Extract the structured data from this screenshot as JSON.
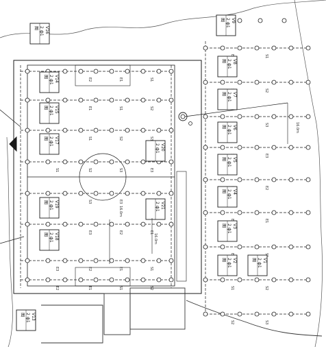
{
  "panels": [
    {
      "id": "V16",
      "lines": [
        "V16",
        "2 ф1",
        "图"
      ]
    },
    {
      "id": "V9",
      "lines": [
        "V9",
        "2 ф1",
        "图"
      ]
    },
    {
      "id": "V14",
      "lines": [
        "V14",
        "2 ф1",
        "图"
      ]
    },
    {
      "id": "V15",
      "lines": [
        "V15",
        "2 ф1",
        "图"
      ]
    },
    {
      "id": "V17",
      "lines": [
        "V17",
        "2 ф1",
        "图"
      ]
    },
    {
      "id": "V8",
      "lines": [
        "V8",
        "2 ф1",
        "图"
      ]
    },
    {
      "id": "V7",
      "lines": [
        "V7",
        "2 ф1",
        "图"
      ]
    },
    {
      "id": "V6",
      "lines": [
        "V6",
        "2 ф1",
        "图"
      ]
    },
    {
      "id": "V5",
      "lines": [
        "V5",
        "2 ф1",
        "图"
      ]
    },
    {
      "id": "V20",
      "lines": [
        "V20",
        "2 ф1"
      ]
    },
    {
      "id": "V21",
      "lines": [
        "V21",
        "2 ф1"
      ]
    },
    {
      "id": "V19",
      "lines": [
        "V19",
        "2 ф1",
        "图"
      ]
    },
    {
      "id": "V18",
      "lines": [
        "V18",
        "2 ф1",
        "图"
      ]
    },
    {
      "id": "V4",
      "lines": [
        "V4",
        "2 ф1",
        "图"
      ]
    },
    {
      "id": "V3",
      "lines": [
        "V3",
        "2 ф1",
        "图"
      ]
    },
    {
      "id": "V2",
      "lines": [
        "V2",
        "2 ф1",
        "图"
      ]
    },
    {
      "id": "V1",
      "lines": [
        "V1",
        "2 ф1",
        "图"
      ]
    },
    {
      "id": "V13",
      "lines": [
        "V13",
        "2 ф1",
        "图"
      ]
    }
  ],
  "segment_labels": [
    "E3",
    "E2",
    "E1",
    "S1",
    "S2",
    "S3"
  ],
  "dimension_labels": [
    "16.0m",
    "16.0m",
    "16.0m"
  ],
  "colors": {
    "line": "#1a1a1a",
    "fill": "#ffffff",
    "grey": "#8a8a8a"
  }
}
